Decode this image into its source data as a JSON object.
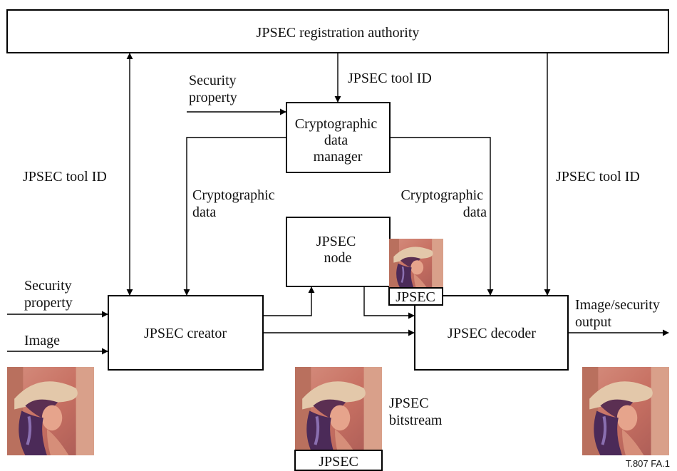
{
  "nodes": {
    "authority": "JPSEC registration authority",
    "crypto_manager": [
      "Cryptographic",
      "data",
      "manager"
    ],
    "node": [
      "JPSEC",
      "node"
    ],
    "creator": "JPSEC creator",
    "decoder": "JPSEC decoder"
  },
  "labels": {
    "tool_id_top": "JPSEC tool ID",
    "tool_id_left": "JPSEC tool ID",
    "tool_id_right": "JPSEC tool ID",
    "security_property_top": [
      "Security",
      "property"
    ],
    "security_property_left": [
      "Security",
      "property"
    ],
    "crypto_data_left": [
      "Cryptographic",
      "data"
    ],
    "crypto_data_right": [
      "Cryptographic",
      "data"
    ],
    "image": "Image",
    "output": [
      "Image/security",
      "output"
    ],
    "bitstream": [
      "JPSEC",
      "bitstream"
    ],
    "tag_node": "JPSEC",
    "tag_bitstream": "JPSEC",
    "figure_id": "T.807  FA.1"
  },
  "colors": {
    "photo_base": "#c77f72",
    "photo_dark": "#5b2f52",
    "photo_hat": "#e0c7a8",
    "photo_skin": "#e2a48b"
  }
}
